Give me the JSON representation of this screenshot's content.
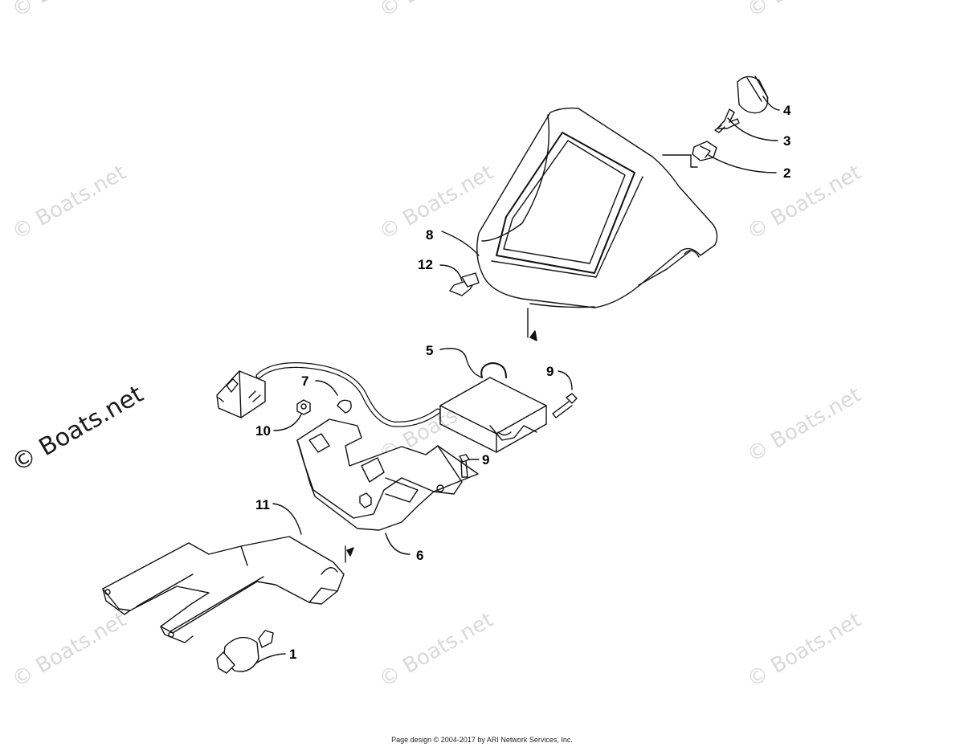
{
  "watermark": {
    "text": "© Boats.net"
  },
  "callouts": {
    "c1": "1",
    "c2": "2",
    "c3": "3",
    "c4": "4",
    "c5": "5",
    "c6": "6",
    "c7": "7",
    "c8": "8",
    "c9a": "9",
    "c9b": "9",
    "c10": "10",
    "c11": "11",
    "c12": "12"
  },
  "footer": {
    "text": "Page design © 2004-2017 by ARI Network Services, Inc."
  }
}
